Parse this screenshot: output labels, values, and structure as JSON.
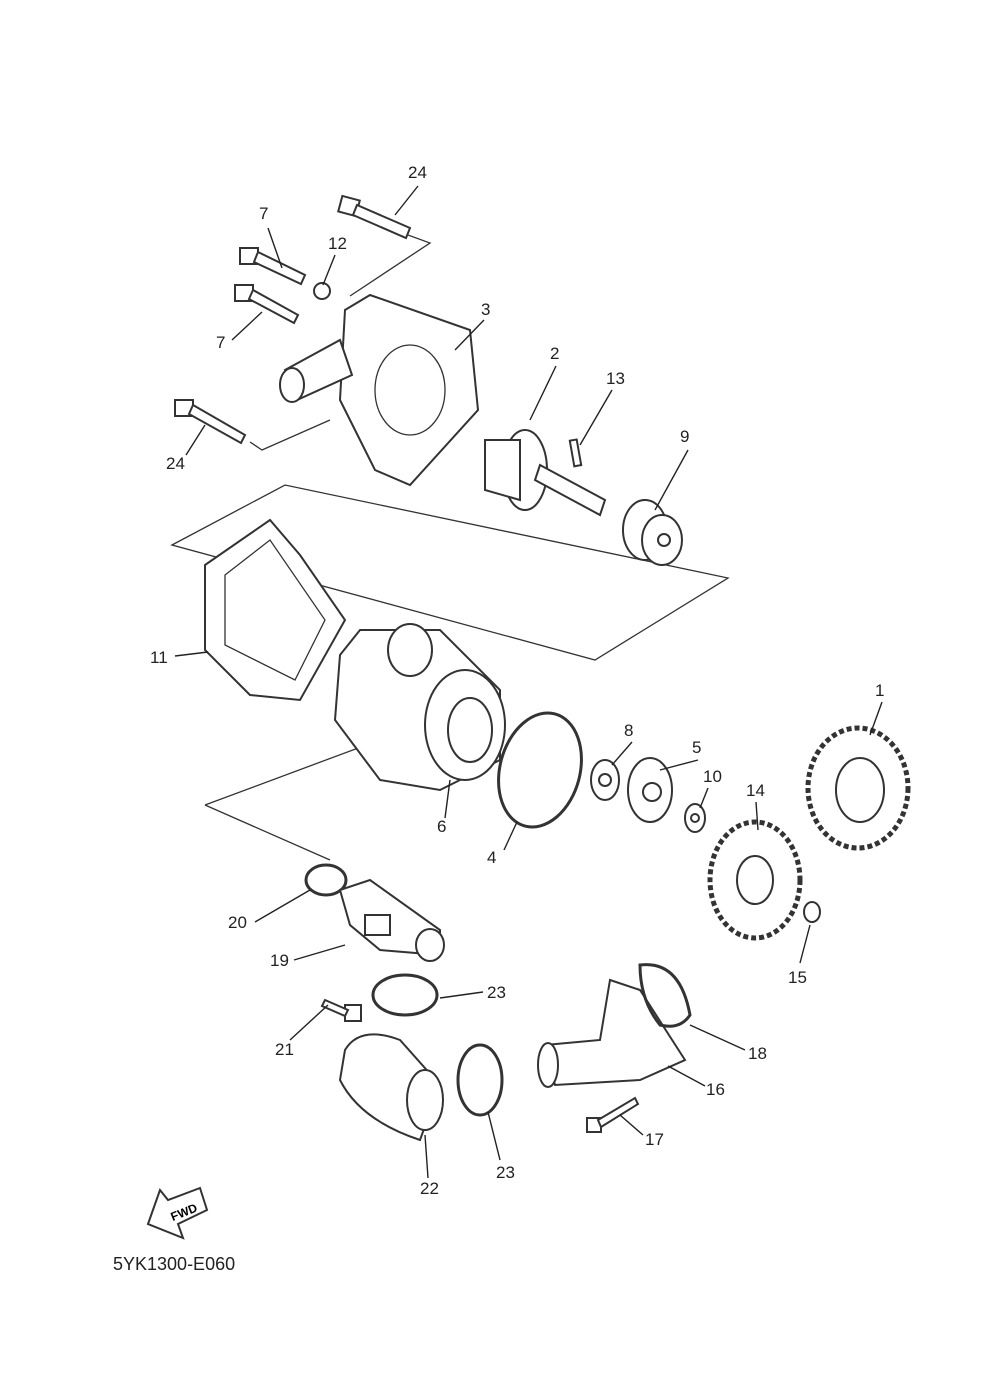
{
  "diagram": {
    "callouts": [
      "24",
      "7",
      "12",
      "3",
      "7",
      "2",
      "13",
      "9",
      "24",
      "11",
      "1",
      "8",
      "5",
      "10",
      "14",
      "6",
      "4",
      "20",
      "19",
      "15",
      "23",
      "21",
      "18",
      "16",
      "17",
      "22",
      "23"
    ],
    "fwd_label": "FWD",
    "code": "5YK1300-E060"
  }
}
